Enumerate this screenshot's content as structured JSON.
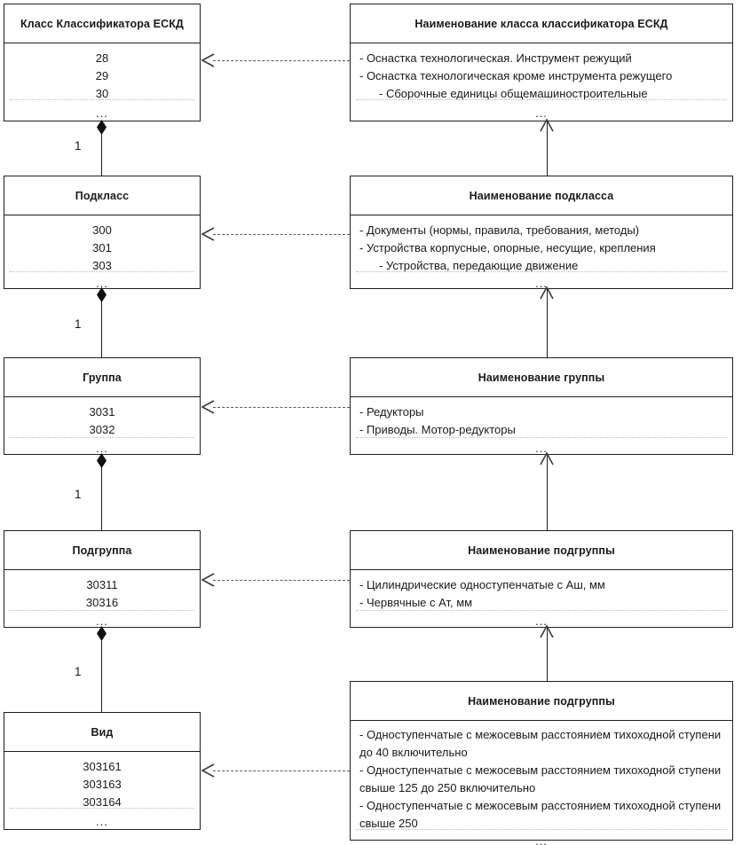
{
  "diagram": {
    "title": "Иерархия классификатора ЕСКД",
    "type": "uml-class-diagram",
    "multiplicity_label": "1",
    "ellipsis": "...",
    "colors": {
      "border": "#1e1e1e",
      "background": "#ffffff",
      "text": "#1a1a1a",
      "dashed_connector": "#5b5b5b",
      "separator": "#b9b9b9"
    }
  },
  "left_classes": [
    {
      "id": "class-eskd",
      "title": "Класс Классификатора ЕСКД",
      "values": [
        "28",
        "29",
        "30"
      ],
      "more": "..."
    },
    {
      "id": "subclass",
      "title": "Подкласс",
      "values": [
        "300",
        "301",
        "303"
      ],
      "more": "..."
    },
    {
      "id": "group",
      "title": "Группа",
      "values": [
        "3031",
        "3032"
      ],
      "more": "..."
    },
    {
      "id": "subgroup",
      "title": "Подгруппа",
      "values": [
        "30311",
        "30316"
      ],
      "more": "..."
    },
    {
      "id": "kind",
      "title": "Вид",
      "values": [
        "303161",
        "303163",
        "303164"
      ],
      "more": "..."
    }
  ],
  "right_classes": [
    {
      "id": "class-name",
      "title": "Наименование класса классификатора ЕСКД",
      "items": [
        "- Оснастка технологическая. Инструмент режущий",
        "- Оснастка технологическая кроме инструмента режущего",
        "- Сборочные единицы общемашиностроительные"
      ],
      "more": "..."
    },
    {
      "id": "subclass-name",
      "title": "Наименование подкласса",
      "items": [
        "- Документы (нормы, правила, требования, методы)",
        "- Устройства корпусные, опорные, несущие, крепления",
        "- Устройства, передающие движение"
      ],
      "more": "..."
    },
    {
      "id": "group-name",
      "title": "Наименование группы",
      "items": [
        "- Редукторы",
        "- Приводы. Мотор-редукторы"
      ],
      "more": "..."
    },
    {
      "id": "subgroup-name",
      "title": "Наименование подгруппы",
      "items": [
        "- Цилиндрические одноступенчатые с Аш, мм",
        "- Червячные с Ат, мм"
      ],
      "more": "..."
    },
    {
      "id": "kind-name",
      "title": "Наименование подгруппы",
      "items": [
        "- Одноступенчатые с межосевым расстоянием тихоходной ступени до 40 включительно",
        "- Одноступенчатые с межосевым расстоянием тихоходной ступени свыше 125 до 250 включительно",
        "- Одноступенчатые с межосевым расстоянием тихоходной ступени свыше 250"
      ],
      "more": "..."
    }
  ],
  "composition_links": [
    {
      "from": "subclass",
      "to": "class-eskd",
      "multiplicity": "1"
    },
    {
      "from": "group",
      "to": "subclass",
      "multiplicity": "1"
    },
    {
      "from": "subgroup",
      "to": "group",
      "multiplicity": "1"
    },
    {
      "from": "kind",
      "to": "subgroup",
      "multiplicity": "1"
    }
  ]
}
